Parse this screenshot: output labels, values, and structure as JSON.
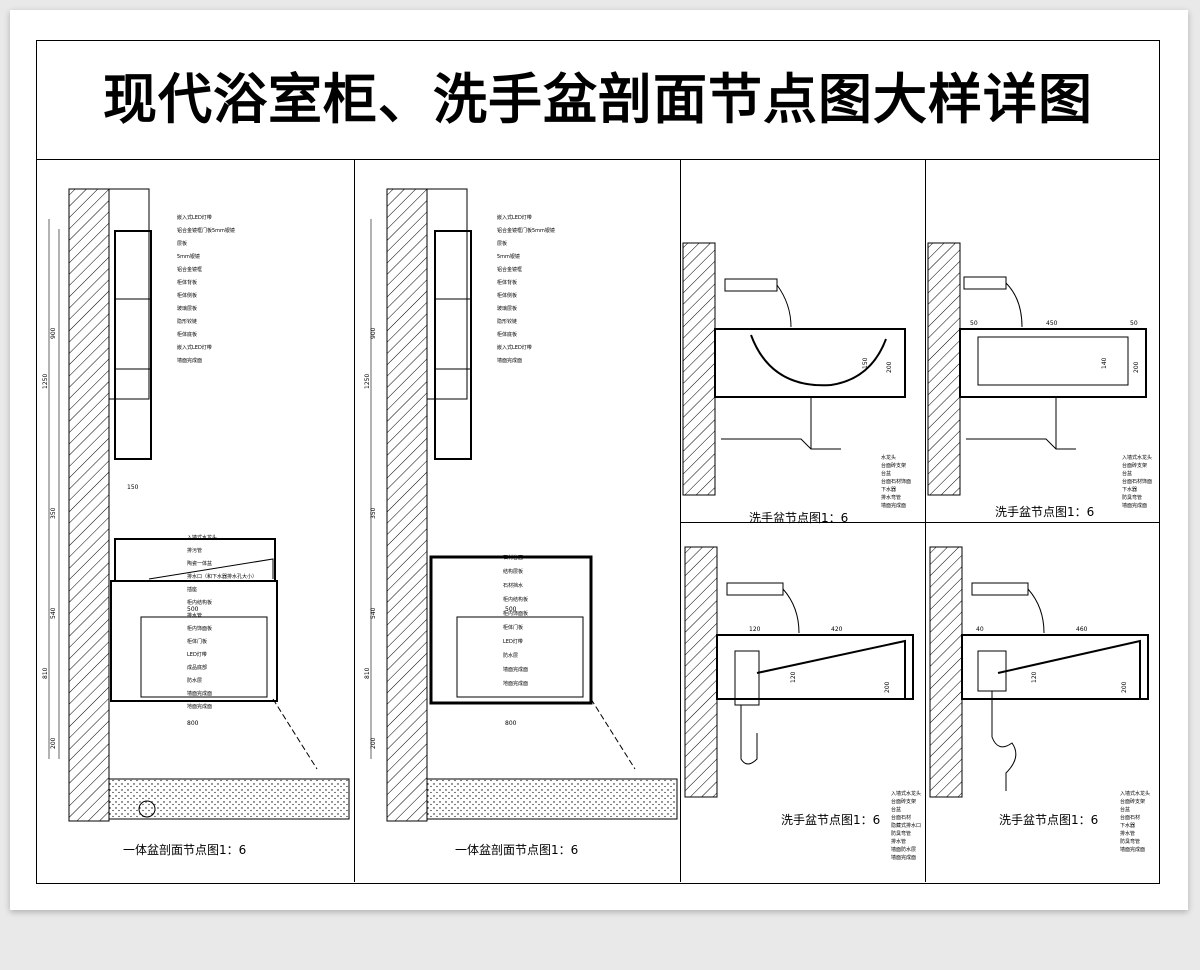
{
  "title": "现代浴室柜、洗手盆剖面节点图大样详图",
  "panels": {
    "section_a": {
      "caption": "一体盆剖面节点图1：6",
      "dims_vertical": [
        "1250",
        "900",
        "350",
        "540",
        "810",
        "200"
      ],
      "dims_horizontal": [
        "150",
        "500",
        "800"
      ],
      "labels": [
        "嵌入式LED灯带",
        "铝合金镜框门板5mm银镜",
        "层板",
        "5mm银镜",
        "铝合金镜框",
        "柜体背板",
        "柜体侧板",
        "玻璃层板",
        "隐形铰链",
        "柜体底板",
        "嵌入式LED灯带",
        "墙面完成面",
        "入墙式水龙头",
        "排污管",
        "陶瓷一体盆",
        "排水口（和下水器排水孔大小）",
        "插座",
        "柜内结构板",
        "排水管",
        "柜内饰面板",
        "柜体门板",
        "LED灯带",
        "成品底部",
        "防水层",
        "墙面完成面",
        "地面完成面"
      ]
    },
    "section_b": {
      "caption": "一体盆剖面节点图1：6",
      "dims_vertical": [
        "1250",
        "900",
        "350",
        "540",
        "810",
        "200"
      ],
      "dims_horizontal": [
        "500",
        "800"
      ],
      "labels": [
        "嵌入式LED灯带",
        "铝合金镜框门板5mm银镜",
        "层板",
        "5mm银镜",
        "铝合金镜框",
        "柜体背板",
        "柜体侧板",
        "玻璃层板",
        "隐形铰链",
        "柜体底板",
        "嵌入式LED灯带",
        "墙面完成面",
        "石材台面",
        "结构层板",
        "石材挡水",
        "柜内结构板",
        "柜内饰面板",
        "柜体门板",
        "LED灯带",
        "防水层",
        "墙面完成面",
        "地面完成面"
      ]
    },
    "basin_1": {
      "caption": "洗手盆节点图1：6",
      "dims": [
        "150",
        "200"
      ],
      "legend": [
        "水龙头",
        "台面砖支架",
        "台盆",
        "台面石材饰面",
        "下水器",
        "排水弯管",
        "墙面完成面"
      ]
    },
    "basin_2": {
      "caption": "洗手盆节点图1：6",
      "dims": [
        "50",
        "450",
        "50",
        "140",
        "200"
      ],
      "legend": [
        "入墙式水龙头",
        "台面砖支架",
        "台盆",
        "台面石材饰面",
        "下水器",
        "防臭弯管",
        "墙面完成面"
      ]
    },
    "basin_3": {
      "caption": "洗手盆节点图1：6",
      "dims": [
        "120",
        "420",
        "120",
        "200"
      ],
      "legend": [
        "入墙式水龙头",
        "台面砖支架",
        "台盆",
        "台面石材",
        "隐藏式排水口",
        "防臭弯管",
        "排水管",
        "墙面防水层",
        "墙面完成面"
      ]
    },
    "basin_4": {
      "caption": "洗手盆节点图1：6",
      "dims": [
        "40",
        "460",
        "120",
        "200"
      ],
      "legend": [
        "入墙式水龙头",
        "台面砖支架",
        "台盆",
        "台面石材",
        "下水器",
        "排水管",
        "防臭弯管",
        "墙面完成面"
      ]
    }
  }
}
